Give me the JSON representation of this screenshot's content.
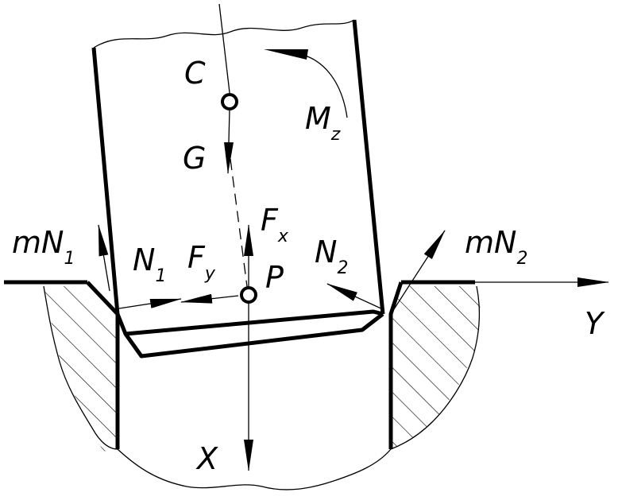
{
  "labels": {
    "C": "C",
    "G": "G",
    "Mz_main": "M",
    "Mz_sub": "z",
    "Fx_main": "F",
    "Fx_sub": "x",
    "Fy_main": "F",
    "Fy_sub": "y",
    "P": "P",
    "N1_main": "N",
    "N1_sub": "1",
    "N2_main": "N",
    "N2_sub": "2",
    "mN1_main": "mN",
    "mN1_sub": "1",
    "mN2_main": "mN",
    "mN2_sub": "2",
    "X": "X",
    "Y": "Y"
  }
}
